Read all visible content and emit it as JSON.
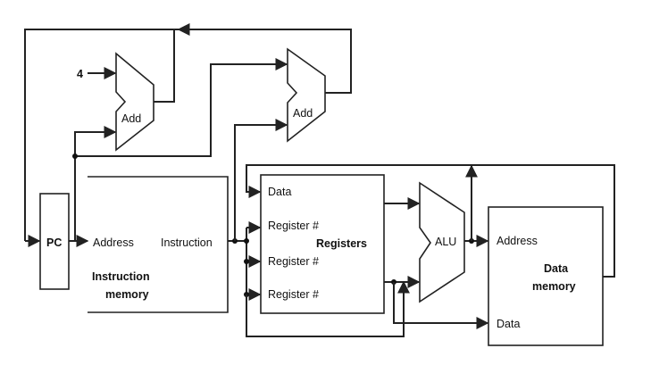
{
  "diagram": {
    "adder1": {
      "label": "Add",
      "const_input": "4"
    },
    "adder2": {
      "label": "Add"
    },
    "pc": {
      "label": "PC"
    },
    "instruction_memory": {
      "address_label": "Address",
      "instruction_label": "Instruction",
      "title_line1": "Instruction",
      "title_line2": "memory"
    },
    "registers": {
      "data_label": "Data",
      "reg_labels": [
        "Register #",
        "Register #",
        "Register #"
      ],
      "title": "Registers"
    },
    "alu": {
      "label": "ALU"
    },
    "data_memory": {
      "address_label": "Address",
      "data_label": "Data",
      "title_line1": "Data",
      "title_line2": "memory"
    }
  }
}
